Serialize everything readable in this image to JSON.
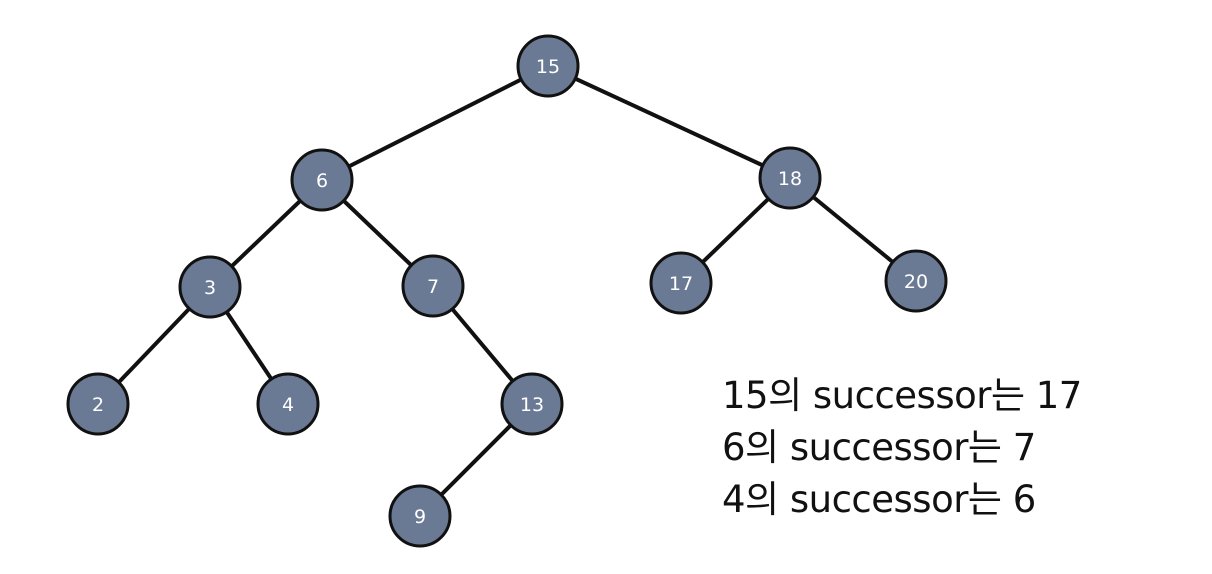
{
  "tree": {
    "nodes": [
      {
        "id": "n15",
        "label": "15",
        "parent": null
      },
      {
        "id": "n6",
        "label": "6",
        "parent": "n15"
      },
      {
        "id": "n18",
        "label": "18",
        "parent": "n15"
      },
      {
        "id": "n3",
        "label": "3",
        "parent": "n6"
      },
      {
        "id": "n7",
        "label": "7",
        "parent": "n6"
      },
      {
        "id": "n17",
        "label": "17",
        "parent": "n18"
      },
      {
        "id": "n20",
        "label": "20",
        "parent": "n18"
      },
      {
        "id": "n2",
        "label": "2",
        "parent": "n3"
      },
      {
        "id": "n4",
        "label": "4",
        "parent": "n3"
      },
      {
        "id": "n13",
        "label": "13",
        "parent": "n7"
      },
      {
        "id": "n9",
        "label": "9",
        "parent": "n13"
      }
    ],
    "node_color": "#6b7a94",
    "edge_color": "#111111"
  },
  "notes": {
    "lines": [
      "15의 successor는 17",
      "6의 successor는 7",
      "4의 successor는 6"
    ]
  }
}
